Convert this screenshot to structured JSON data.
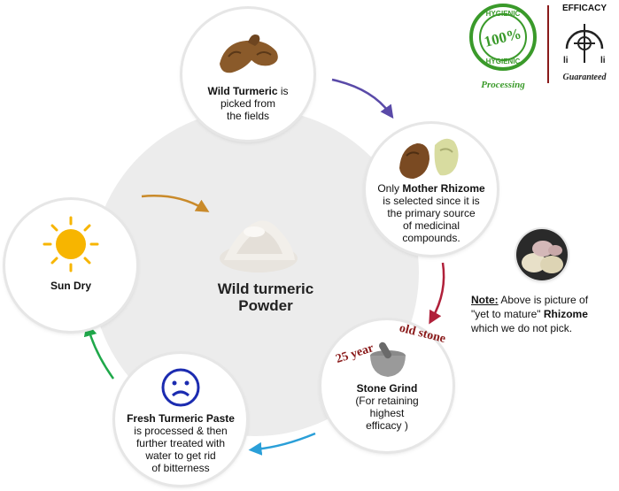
{
  "center": {
    "title_line1": "Wild turmeric",
    "title_line2": "Powder"
  },
  "steps": {
    "wild_turmeric": {
      "bold": "Wild Turmeric",
      "text1": " is",
      "text2": "picked from",
      "text3": "the fields"
    },
    "mother_rhizome": {
      "text1": "Only ",
      "bold": "Mother Rhizome",
      "text2": "is selected since it is",
      "text3": "the primary source",
      "text4": "of medicinal",
      "text5": "compounds."
    },
    "stone_grind": {
      "banner_left": "25 year",
      "banner_right": "old stone",
      "bold": "Stone Grind",
      "text1": "(For retaining",
      "text2": "highest",
      "text3": "efficacy )"
    },
    "paste": {
      "bold": "Fresh Turmeric Paste",
      "text1": "is processed & then",
      "text2": "further treated with",
      "text3": "water to get rid",
      "text4": "of bitterness"
    },
    "sun_dry": {
      "bold": "Sun Dry"
    }
  },
  "note": {
    "label": "Note:",
    "text1": " Above is picture of",
    "text2": "\"yet to mature\" ",
    "bold": "Rhizome",
    "text3": "which we do not pick."
  },
  "badges": {
    "hygienic": {
      "top": "HYGIENIC",
      "center": "100%",
      "bottom": "HYGIENIC",
      "caption": "Processing"
    },
    "efficacy": {
      "title": "EFFICACY",
      "caption": "Guaranteed"
    }
  },
  "colors": {
    "arrow_purple": "#5a4aa8",
    "arrow_red": "#b0203a",
    "arrow_blue": "#2a9fd8",
    "arrow_green": "#1fa84a",
    "arrow_orange": "#c98a2a",
    "stamp_green": "#3a9a2a",
    "banner_red": "#8a1a1a"
  },
  "icons": [
    "turmeric-root-icon",
    "rhizome-icon",
    "stone-mortar-icon",
    "sad-face-icon",
    "sun-icon",
    "powder-pile-icon",
    "immature-rhizome-icon"
  ]
}
